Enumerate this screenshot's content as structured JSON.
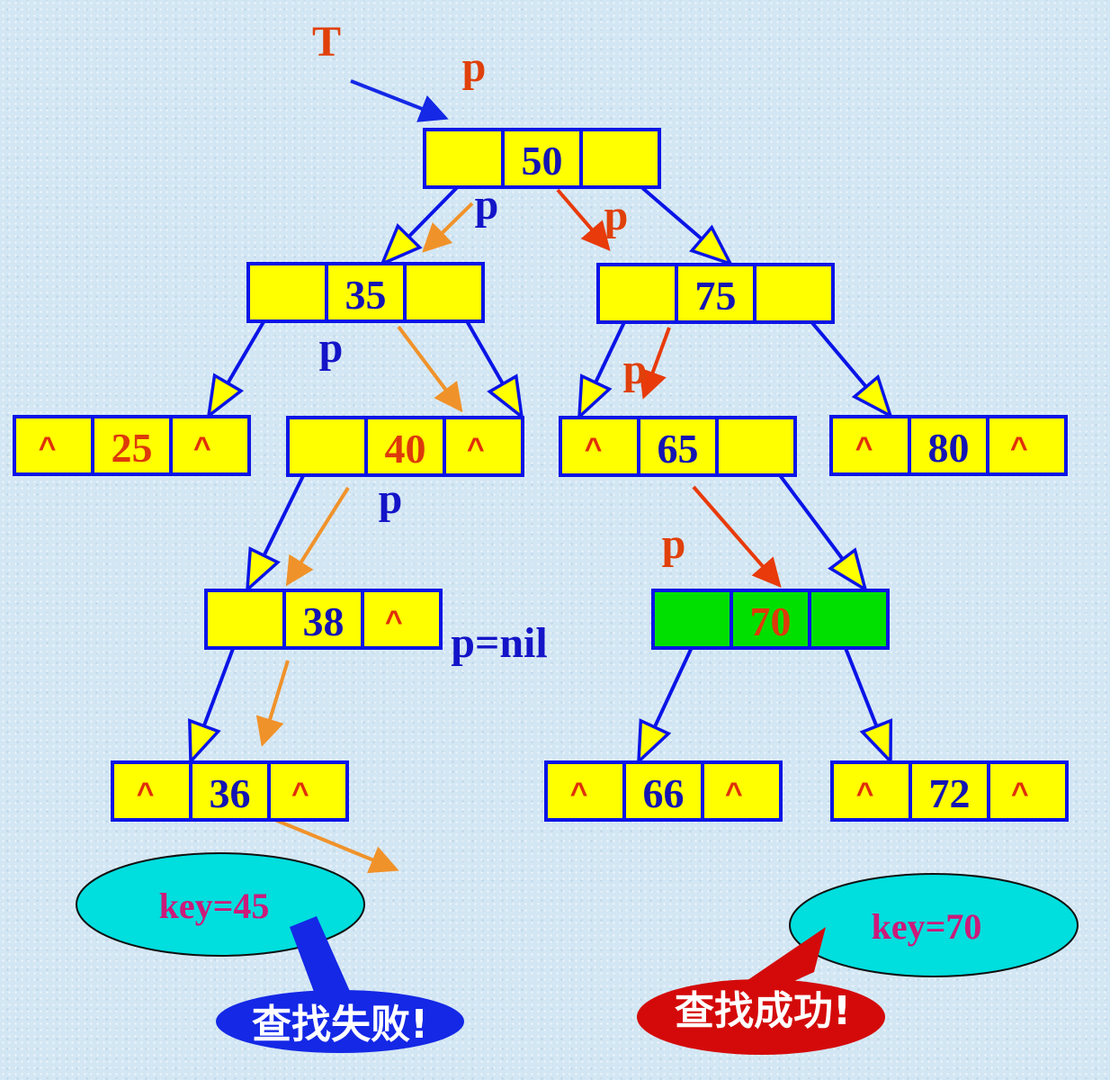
{
  "colors": {
    "background": "#d3e6f3",
    "node_fill": "#ffff00",
    "found_fill": "#00e000",
    "border": "#0a14e6",
    "value_blue": "#1414b4",
    "value_red": "#dd3a0a",
    "null_mark": "#e0300a",
    "path_orange": "#f0922a",
    "path_red": "#e83a0a",
    "label_orange": "#e0400a",
    "label_blue": "#1414c8",
    "callout_fill": "#00dede",
    "fail_fill": "#1428e6",
    "success_fill": "#d40a0a"
  },
  "root_label": "T",
  "nodes": [
    {
      "id": "n50",
      "value": "50",
      "left_child": "n35",
      "right_child": "n75",
      "left_null": false,
      "right_null": false,
      "value_color": "blue",
      "highlight": false
    },
    {
      "id": "n35",
      "value": "35",
      "left_child": "n25",
      "right_child": "n40",
      "left_null": false,
      "right_null": false,
      "value_color": "blue",
      "highlight": false
    },
    {
      "id": "n75",
      "value": "75",
      "left_child": "n65",
      "right_child": "n80",
      "left_null": false,
      "right_null": false,
      "value_color": "blue",
      "highlight": false
    },
    {
      "id": "n25",
      "value": "25",
      "left_null": true,
      "right_null": true,
      "value_color": "red",
      "highlight": false
    },
    {
      "id": "n40",
      "value": "40",
      "left_child": "n38",
      "left_null": false,
      "right_null": true,
      "value_color": "red",
      "highlight": false
    },
    {
      "id": "n65",
      "value": "65",
      "right_child": "n70",
      "left_null": true,
      "right_null": false,
      "value_color": "blue",
      "highlight": false
    },
    {
      "id": "n80",
      "value": "80",
      "left_null": true,
      "right_null": true,
      "value_color": "blue",
      "highlight": false
    },
    {
      "id": "n38",
      "value": "38",
      "left_child": "n36",
      "left_null": false,
      "right_null": true,
      "value_color": "blue",
      "highlight": false
    },
    {
      "id": "n70",
      "value": "70",
      "left_child": "n66",
      "right_child": "n72",
      "left_null": false,
      "right_null": false,
      "value_color": "red",
      "highlight": true
    },
    {
      "id": "n36",
      "value": "36",
      "left_null": true,
      "right_null": true,
      "value_color": "blue",
      "highlight": false
    },
    {
      "id": "n66",
      "value": "66",
      "left_null": true,
      "right_null": true,
      "value_color": "blue",
      "highlight": false
    },
    {
      "id": "n72",
      "value": "72",
      "left_null": true,
      "right_null": true,
      "value_color": "blue",
      "highlight": false
    }
  ],
  "null_symbol": "^",
  "pointer_labels": [
    {
      "id": "p-root",
      "text": "p",
      "color": "orange"
    },
    {
      "id": "p-50-left",
      "text": "p",
      "color": "blue"
    },
    {
      "id": "p-50-right",
      "text": "p",
      "color": "orange"
    },
    {
      "id": "p-35",
      "text": "p",
      "color": "blue"
    },
    {
      "id": "p-75",
      "text": "p",
      "color": "orange"
    },
    {
      "id": "p-40",
      "text": "p",
      "color": "blue"
    },
    {
      "id": "p-65",
      "text": "p",
      "color": "orange"
    },
    {
      "id": "p-nil",
      "text": "p=nil",
      "color": "blue"
    }
  ],
  "search_fail": {
    "key_label": "key=45",
    "result": "查找失败!",
    "path": [
      "50",
      "35",
      "40",
      "38",
      "36"
    ]
  },
  "search_success": {
    "key_label": "key=70",
    "result": "查找成功!",
    "path": [
      "50",
      "75",
      "65",
      "70"
    ]
  }
}
